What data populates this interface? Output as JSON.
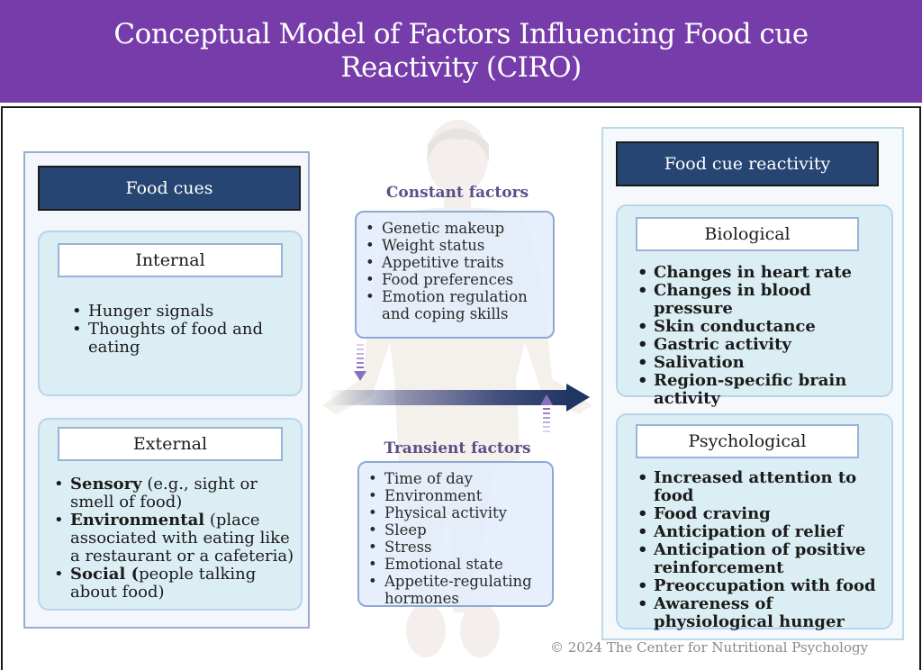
{
  "header": {
    "title": "Conceptual Model of Factors Influencing Food cue Reactivity (CIRO)"
  },
  "colors": {
    "header_bg": "#763ca9",
    "title_bar_bg": "#264572",
    "sub_box_bg": "#dbeef3",
    "factor_title": "#5b4f89",
    "arrow_dark": "#283a66",
    "arrow_dashed": "#8a6fc0"
  },
  "food_cues": {
    "title": "Food cues",
    "internal": {
      "label": "Internal",
      "items": [
        "Hunger signals",
        "Thoughts of food and eating"
      ]
    },
    "external": {
      "label": "External",
      "items": [
        {
          "bold": "Sensory",
          "rest": " (e.g., sight or smell of food)"
        },
        {
          "bold": "Environmental",
          "rest": " (place associated with eating like a restaurant or a cafeteria)"
        },
        {
          "bold": "Social (",
          "rest": "people talking about food)"
        }
      ]
    }
  },
  "constant_factors": {
    "title": "Constant factors",
    "items": [
      "Genetic makeup",
      "Weight status",
      "Appetitive traits",
      "Food preferences",
      "Emotion regulation and coping skills"
    ]
  },
  "transient_factors": {
    "title": "Transient factors",
    "items": [
      "Time of day",
      "Environment",
      "Physical activity",
      "Sleep",
      "Stress",
      "Emotional state",
      "Appetite-regulating hormones"
    ]
  },
  "food_cue_reactivity": {
    "title": "Food cue reactivity",
    "biological": {
      "label": "Biological",
      "items": [
        "Changes in heart rate",
        "Changes in blood pressure",
        "Skin conductance",
        "Gastric activity",
        "Salivation",
        "Region-specific brain activity"
      ]
    },
    "psychological": {
      "label": "Psychological",
      "items": [
        "Increased attention to food",
        "Food craving",
        "Anticipation of relief",
        "Anticipation of positive reinforcement",
        "Preoccupation with food",
        "Awareness of physiological hunger"
      ]
    }
  },
  "footer": {
    "copyright": "© 2024 The Center for Nutritional Psychology"
  },
  "icons": {
    "figure": "human-silhouette-icon",
    "main_arrow": "arrow-right-icon",
    "constant_arrow": "dashed-arrow-down-icon",
    "transient_arrow": "dashed-arrow-up-icon"
  }
}
